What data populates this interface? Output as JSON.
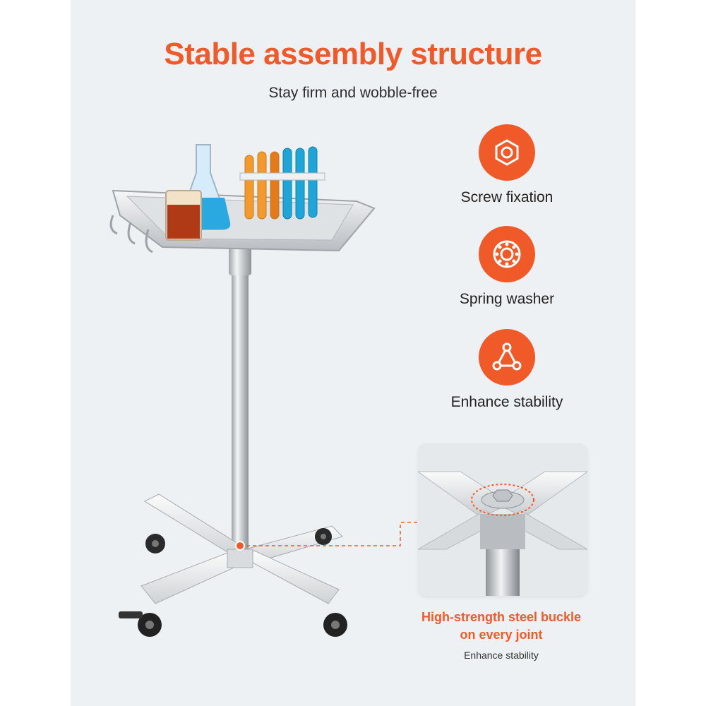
{
  "header": {
    "title": "Stable assembly structure",
    "subtitle": "Stay firm and wobble-free"
  },
  "features": [
    {
      "label": "Screw fixation",
      "icon": "hex-nut-icon"
    },
    {
      "label": "Spring washer",
      "icon": "spring-washer-icon"
    },
    {
      "label": "Enhance stability",
      "icon": "triangle-nodes-icon"
    }
  ],
  "detail": {
    "title_line1": "High-strength steel buckle",
    "title_line2": "on every joint",
    "caption": "Enhance stability"
  },
  "colors": {
    "accent": "#f05a28",
    "panel_background": "#eef1f4",
    "text": "#222222"
  }
}
